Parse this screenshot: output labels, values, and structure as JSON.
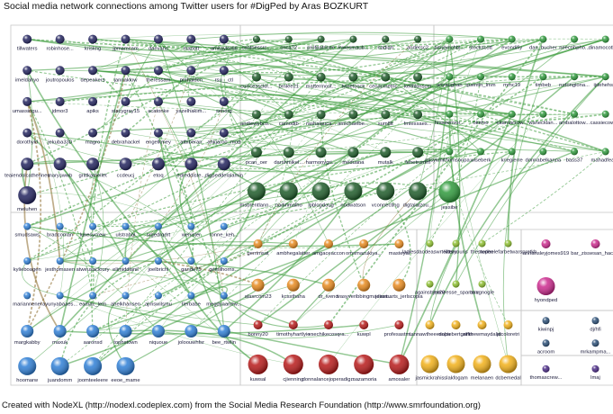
{
  "title": "Social media network connections among Twitter users for #DigPed by Aras BOZKURT",
  "credit": "Created with NodeXL (http://nodexl.codeplex.com) from the Social Media Research Foundation (http://www.smrfoundation.org)",
  "colors": {
    "navy": "#22235e",
    "green": "#2f9a3c",
    "darkgreen": "#1f5c2a",
    "blue": "#2f7fd6",
    "orange": "#e88a1e",
    "lime": "#8dbf2e",
    "magenta": "#cc2a8e",
    "red": "#b81a1a",
    "yellow": "#f2b11a",
    "purple": "#4a2a86",
    "steel": "#2b4f77",
    "edge": "#3a9a3a",
    "edge_brown": "#8a6a2a"
  },
  "groups": [
    {
      "id": "g1",
      "color": "navy",
      "labels": [
        "tillwaters",
        "robinhose...",
        "kriskng",
        "jpmamcam",
        "daevans",
        "marlott",
        "amitaylor66",
        "imeldahyo",
        "joutropoulos",
        "depeakers",
        "jannaklow",
        "theressam",
        "pmhalden",
        "rsu__ctl",
        "umassingu...",
        "jdmor3",
        "apiks",
        "stacygray15",
        "acatonke",
        "yazelhakim...",
        "senorg",
        "dorothykl",
        "jekuba330",
        "magro",
        "debrahackel",
        "engelkmey",
        "atbiberan",
        "ahkjaroo_mod",
        "teaiendolcatherines",
        "maryswwb",
        "grittkamellet",
        "ccdeucj",
        "etoq",
        "edreddiste...",
        "digpeddelalamin",
        "meluhen"
      ]
    },
    {
      "id": "g2",
      "color": "darkgreen",
      "labels": [
        "cantoessrc...",
        "cnca72",
        "profpatricee",
        "mwesmaub...",
        "nadiah",
        "andersc2",
        "currcessckil...",
        "brnlee21",
        "mattermost...",
        "tweetcock",
        "cenacmetric...",
        "keithkinscm",
        "andiewebco...",
        "camodib",
        "rashalauca...",
        "amichaelbe...",
        "sum8lt",
        "fmlessaes...",
        "pcan_oer",
        "darshmikel...",
        "harmonygri...",
        "meduana",
        "mutalk",
        "fehetrumm",
        "msbrentlann...",
        "nadinmalho",
        "lpblogdoug",
        "nodwatson",
        "vconnecting",
        "digtalatzou..."
      ]
    },
    {
      "id": "g3",
      "color": "green",
      "labels": [
        "amylynchbl...",
        "stockscott",
        "evondifiy",
        "dan_bucher",
        "neecohpho...",
        "dinamocotho...",
        "anyaughan",
        "quentin_lmm",
        "mmc19",
        "timbeb",
        "rudongiona...",
        "ijdehehs...",
        "hrsseenvor...",
        "oketvo",
        "ekarnacrow...",
        "wanecklan...",
        "ambalottow...",
        "cassiecowley",
        "misykmithomsonpa...",
        "wiseberk",
        "kriegierre",
        "donnabelkanna",
        "bass37",
        "mahadfear...",
        "jessibe"
      ]
    },
    {
      "id": "g4",
      "color": "blue",
      "labels": [
        "smudsaws",
        "bradcoman",
        "lukesycrew",
        "ulstrahal",
        "srgedrqdrt",
        "wenisler",
        "ronne_keh...",
        "kylieboagen",
        "jesthomasen",
        "atweusacloury",
        "elimiddlanil",
        "joelbrichi",
        "gande75",
        "gemilhorns...",
        "mariannenel",
        "ayunyabaaes...",
        "eamac_lem",
        "ahelkhansen",
        "ajmswilsmu",
        "Ilerbabe",
        "megdyaanew...",
        "margkabby",
        "maxuk",
        "aaronsd",
        "tophstown",
        "niquoue",
        "joloouwhfsr",
        "bee_rtwlin",
        "hoomarw",
        "juandomm",
        "joomteeleere",
        "eeoe_mame"
      ]
    },
    {
      "id": "g5",
      "color": "orange",
      "labels": [
        "gerrimsat",
        "ambhegalatter",
        "amgaceaccon",
        "omsmazukiya...",
        "masteyal",
        "alasrcom23",
        "kcssthaha",
        "dr_ivenci",
        "ivasyveribbingmadissi...",
        "jessmarts_jerlscopia"
      ]
    },
    {
      "id": "g6",
      "color": "lime",
      "labels": [
        "ladiesdaodeaswrteatsrc",
        "lifteryouris",
        "thestuden",
        "nephelefarbetwarspretkh",
        "againstrea20",
        "joeneesse_spartarv",
        "anagnogle"
      ]
    },
    {
      "id": "g7",
      "color": "magenta",
      "labels": [
        "annansleyjomes919",
        "bar_zissesan_hack...",
        "hyondped"
      ]
    },
    {
      "id": "g8",
      "color": "red",
      "labels": [
        "bonny20",
        "timothyhartlyie",
        "vsechikecosqra...",
        "kuwpl",
        "profesastm...",
        "kuwsal",
        "cjienning",
        "donnalancejoperadig...",
        "mazamoria",
        "amosaler"
      ]
    },
    {
      "id": "g9",
      "color": "yellow",
      "labels": [
        "tannawtheeesaps",
        "dobiebertgriffin",
        "andrewmaydalat",
        "jdcoloretri",
        "jasmickrahis",
        "slakfogam",
        "melanaen",
        "dcbemedal"
      ]
    },
    {
      "id": "g10",
      "color": "steel",
      "labels": [
        "kiwinpj",
        "dj/hfi",
        "acroom",
        "mrkampma..."
      ]
    },
    {
      "id": "g11",
      "color": "purple",
      "labels": [
        "thomascrew...",
        "lmaj"
      ]
    }
  ]
}
